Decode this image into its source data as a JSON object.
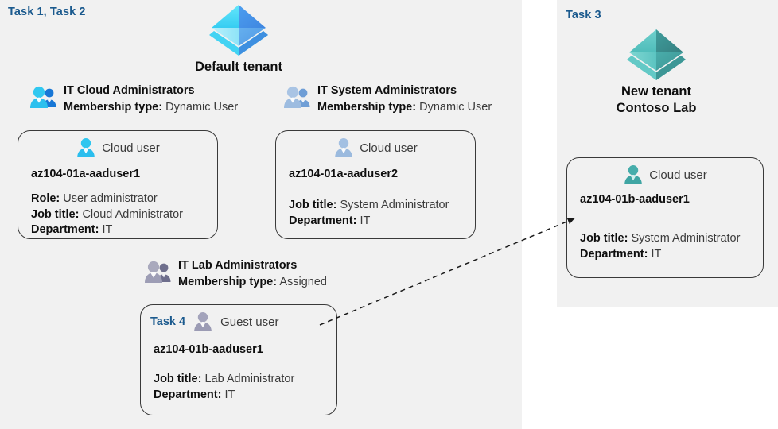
{
  "panels": {
    "left": {
      "task_label": "Task 1, Task 2"
    },
    "right": {
      "task_label": "Task 3"
    }
  },
  "tenants": [
    {
      "id": "default-tenant",
      "icon": "azure-ad-tenant-pyramid-icon",
      "name_line1": "Default tenant",
      "name_line2": "",
      "color": "#32c5f4"
    },
    {
      "id": "new-tenant",
      "icon": "azure-ad-tenant-pyramid-icon",
      "name_line1": "New  tenant",
      "name_line2": "Contoso Lab",
      "color": "#49b7b5"
    }
  ],
  "groups": [
    {
      "id": "it-cloud-administrators",
      "icon": "group-users-icon",
      "title": "IT Cloud Administrators",
      "membership_label": "Membership type:",
      "membership_value": "Dynamic User"
    },
    {
      "id": "it-system-administrators",
      "icon": "group-users-icon",
      "title": "IT System Administrators",
      "membership_label": "Membership type:",
      "membership_value": "Dynamic User"
    },
    {
      "id": "it-lab-administrators",
      "icon": "group-users-icon",
      "title": "IT Lab Administrators",
      "membership_label": "Membership type:",
      "membership_value": "Assigned"
    }
  ],
  "cards": [
    {
      "id": "az104-01a-aaduser1",
      "task": "",
      "user_icon": "cloud-user-icon",
      "user_type": "Cloud user",
      "upn": "az104-01a-aaduser1",
      "props": [
        {
          "label": "Role:",
          "value": "User administrator"
        },
        {
          "label": "Job title:",
          "value": "Cloud Administrator"
        },
        {
          "label": "Department:",
          "value": "IT"
        }
      ]
    },
    {
      "id": "az104-01a-aaduser2",
      "task": "",
      "user_icon": "cloud-user-icon",
      "user_type": "Cloud user",
      "upn": "az104-01a-aaduser2",
      "props": [
        {
          "label": "Job title:",
          "value": "System Administrator"
        },
        {
          "label": "Department:",
          "value": "IT"
        }
      ]
    },
    {
      "id": "az104-01b-aaduser1-guest",
      "task": "Task 4",
      "user_icon": "guest-user-icon",
      "user_type": "Guest user",
      "upn": "az104-01b-aaduser1",
      "props": [
        {
          "label": "Job title:",
          "value": "Lab Administrator"
        },
        {
          "label": "Department:",
          "value": "IT"
        }
      ]
    },
    {
      "id": "az104-01b-aaduser1-cloud",
      "task": "",
      "user_icon": "cloud-user-icon",
      "user_type": "Cloud user",
      "upn": "az104-01b-aaduser1",
      "props": [
        {
          "label": "Job title:",
          "value": "System Administrator"
        },
        {
          "label": "Department:",
          "value": "IT"
        }
      ]
    }
  ],
  "connector": {
    "id": "guest-to-cloud-user-arrow",
    "style": "dashed-arrow"
  },
  "colors": {
    "panel_background": "#f1f1f1",
    "page_background": "#ffffff",
    "task_accent": "#1b5a8e",
    "card_border": "#3a3a3a",
    "label_text": "#0f0f0f",
    "value_text": "#3b3b3b",
    "tenant_blue": "#32c5f4",
    "tenant_teal": "#49b7b5",
    "group_icon_cyan": "#27bdf0",
    "group_icon_blue": "#95b7df",
    "group_icon_gray": "#9a9ab2"
  }
}
